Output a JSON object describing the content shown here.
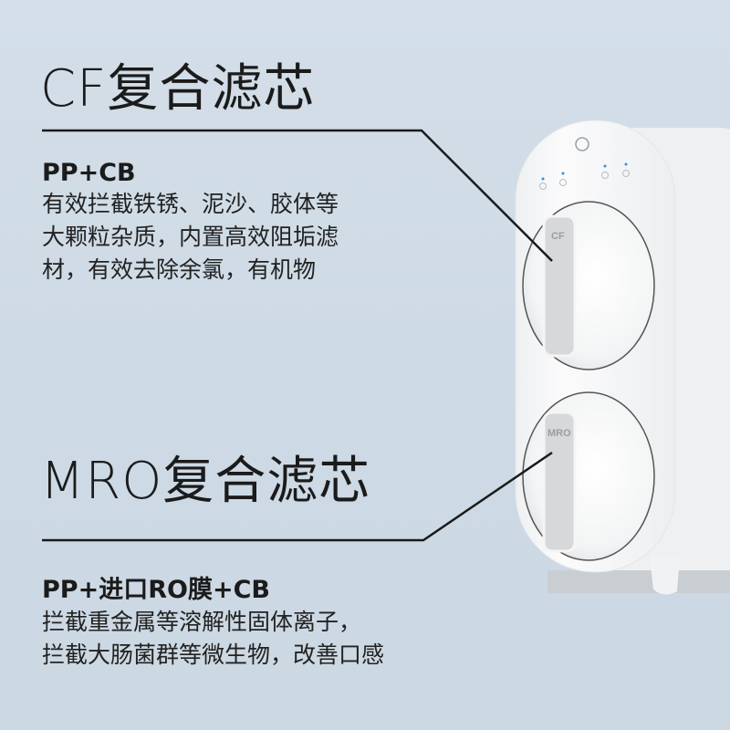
{
  "section1": {
    "title": "CF复合滤芯",
    "subtitle": "PP+CB",
    "lines": [
      "有效拦截铁锈、泥沙、胶体等",
      "大颗粒杂质，内置高效阻垢滤",
      "材，有效去除余氯，有机物"
    ]
  },
  "section2": {
    "title": "MRO复合滤芯",
    "subtitle": "PP+进口RO膜+CB",
    "lines": [
      "拦截重金属等溶解性固体离子，",
      "拦截大肠菌群等微生物，改善口感"
    ]
  },
  "product": {
    "upper_cartridge_label": "CF",
    "lower_cartridge_label": "MRO"
  },
  "colors": {
    "background": "#cfdae4",
    "body": "#f7f8f9",
    "handle": "#d6d8da",
    "indicator": "#3a8ee0"
  }
}
